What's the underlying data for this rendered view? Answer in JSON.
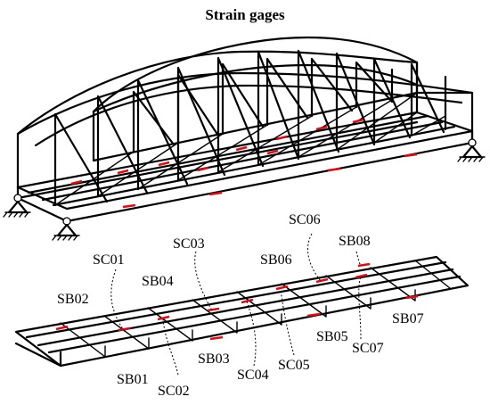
{
  "title": "Strain gages",
  "colors": {
    "line": "#000000",
    "gage": "#d0101a",
    "background": "#ffffff"
  },
  "gage_labels": {
    "SC01": "SC01",
    "SC02": "SC02",
    "SC03": "SC03",
    "SC04": "SC04",
    "SC05": "SC05",
    "SC06": "SC06",
    "SC07": "SC07",
    "SC08": "SB08",
    "SB01": "SB01",
    "SB02": "SB02",
    "SB03": "SB03",
    "SB04": "SB04",
    "SB05": "SB05",
    "SB06": "SB06",
    "SB07": "SB07"
  }
}
